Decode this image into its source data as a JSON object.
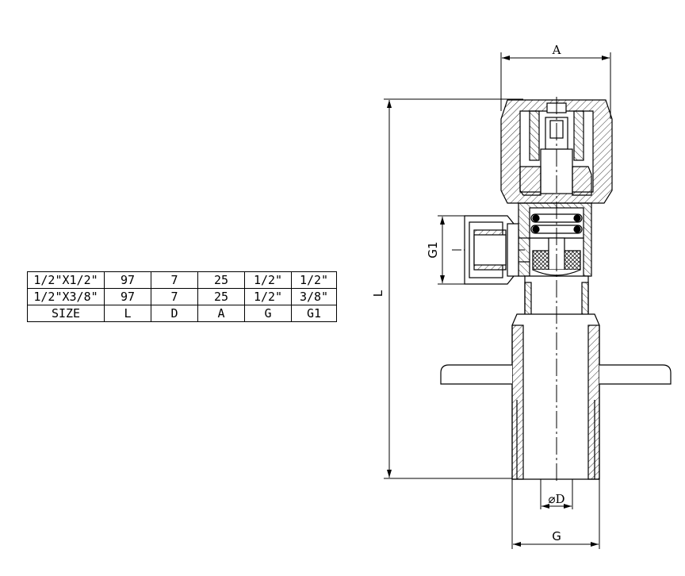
{
  "table": {
    "rows": [
      [
        "1/2\"X1/2\"",
        "97",
        "7",
        "25",
        "1/2\"",
        "1/2\""
      ],
      [
        "1/2\"X3/8\"",
        "97",
        "7",
        "25",
        "1/2\"",
        "3/8\""
      ],
      [
        "SIZE",
        "L",
        "D",
        "A",
        "G",
        "G1"
      ]
    ]
  },
  "labels": {
    "dim_a": "A",
    "dim_l": "L",
    "dim_g1": "G1",
    "dim_d": "⌀D",
    "dim_g": "G"
  }
}
